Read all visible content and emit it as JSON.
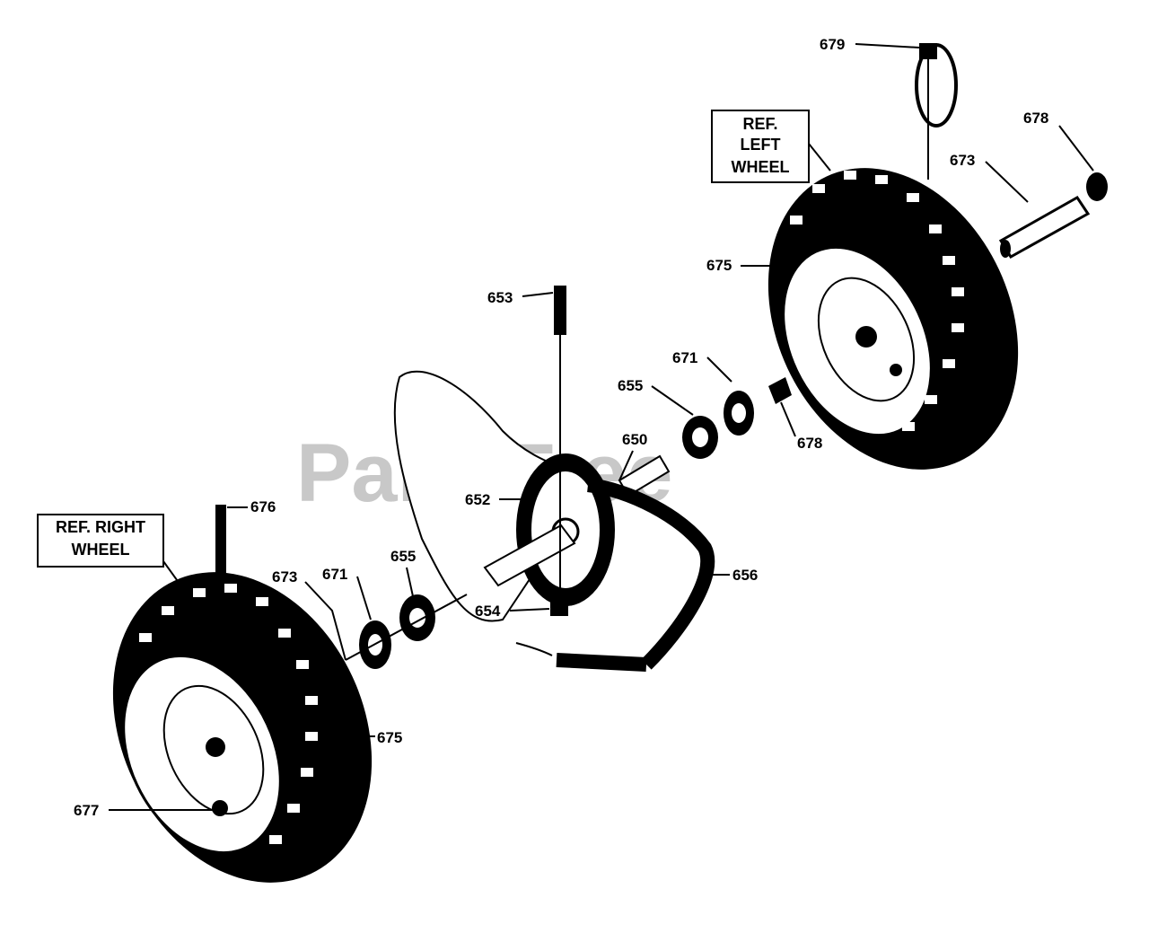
{
  "watermark": "PartsTree",
  "ref_boxes": {
    "left_wheel": [
      "REF.",
      "LEFT",
      "WHEEL"
    ],
    "right_wheel": [
      "REF. RIGHT",
      "WHEEL"
    ]
  },
  "callouts": {
    "c679": "679",
    "c678_top": "678",
    "c673_top": "673",
    "c675_top": "675",
    "c653": "653",
    "c671_top": "671",
    "c655_top": "655",
    "c650": "650",
    "c678_mid": "678",
    "c652": "652",
    "c676": "676",
    "c673_low": "673",
    "c671_low": "671",
    "c655_low": "655",
    "c656": "656",
    "c654": "654",
    "c675_low": "675",
    "c677": "677"
  }
}
